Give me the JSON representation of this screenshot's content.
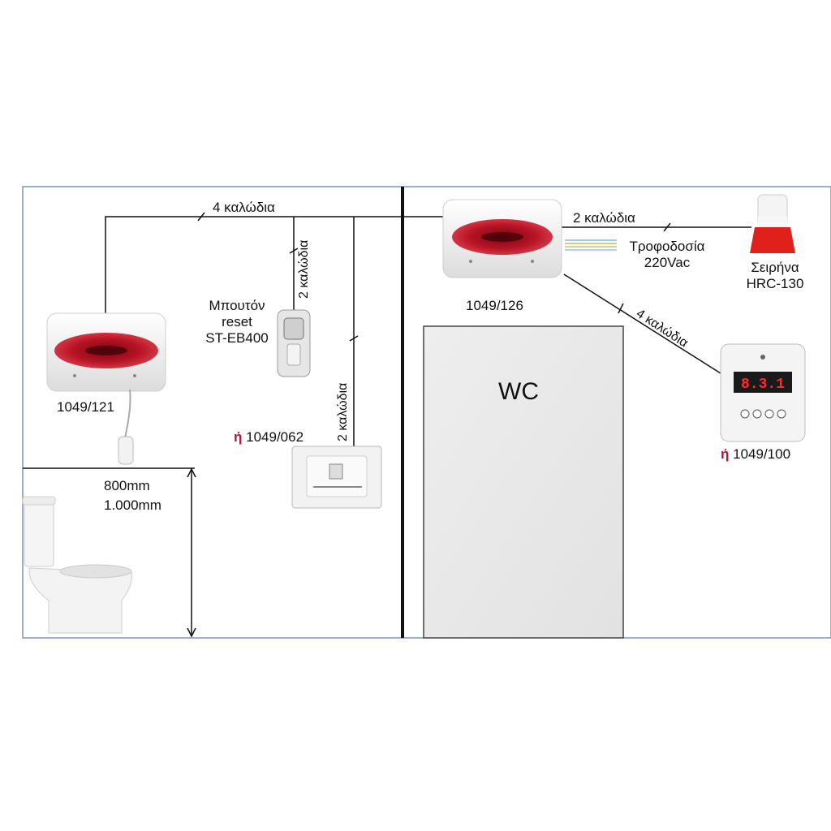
{
  "wires": {
    "main_top": "4 καλώδια",
    "reset_vertical": "2 καλώδια",
    "alt_vertical": "2 καλώδια",
    "siren": "2 καλώδια",
    "display_diag": "4 καλώδια"
  },
  "devices": {
    "unit_121": "1049/121",
    "unit_126": "1049/126",
    "reset_line1": "Μπουτόν",
    "reset_line2": "reset",
    "reset_model": "ST-EB400",
    "alt_or": "ή",
    "alt_062": "1049/062",
    "power_line1": "Τροφοδοσία",
    "power_line2": "220Vac",
    "siren_line1": "Σειρήνα",
    "siren_line2": "HRC-130",
    "display_or": "ή",
    "display_100": "1049/100",
    "display_digits": "8.3.1"
  },
  "heights": {
    "h1": "800mm",
    "h2": "1.000mm"
  },
  "room": {
    "wc": "WC"
  },
  "colors": {
    "frame": "#7b93b8",
    "wire": "#111111",
    "device_red": "#b01020",
    "siren_red": "#e0201a",
    "door_fill": "#e8e8e8",
    "accent_text": "#c8102e"
  }
}
